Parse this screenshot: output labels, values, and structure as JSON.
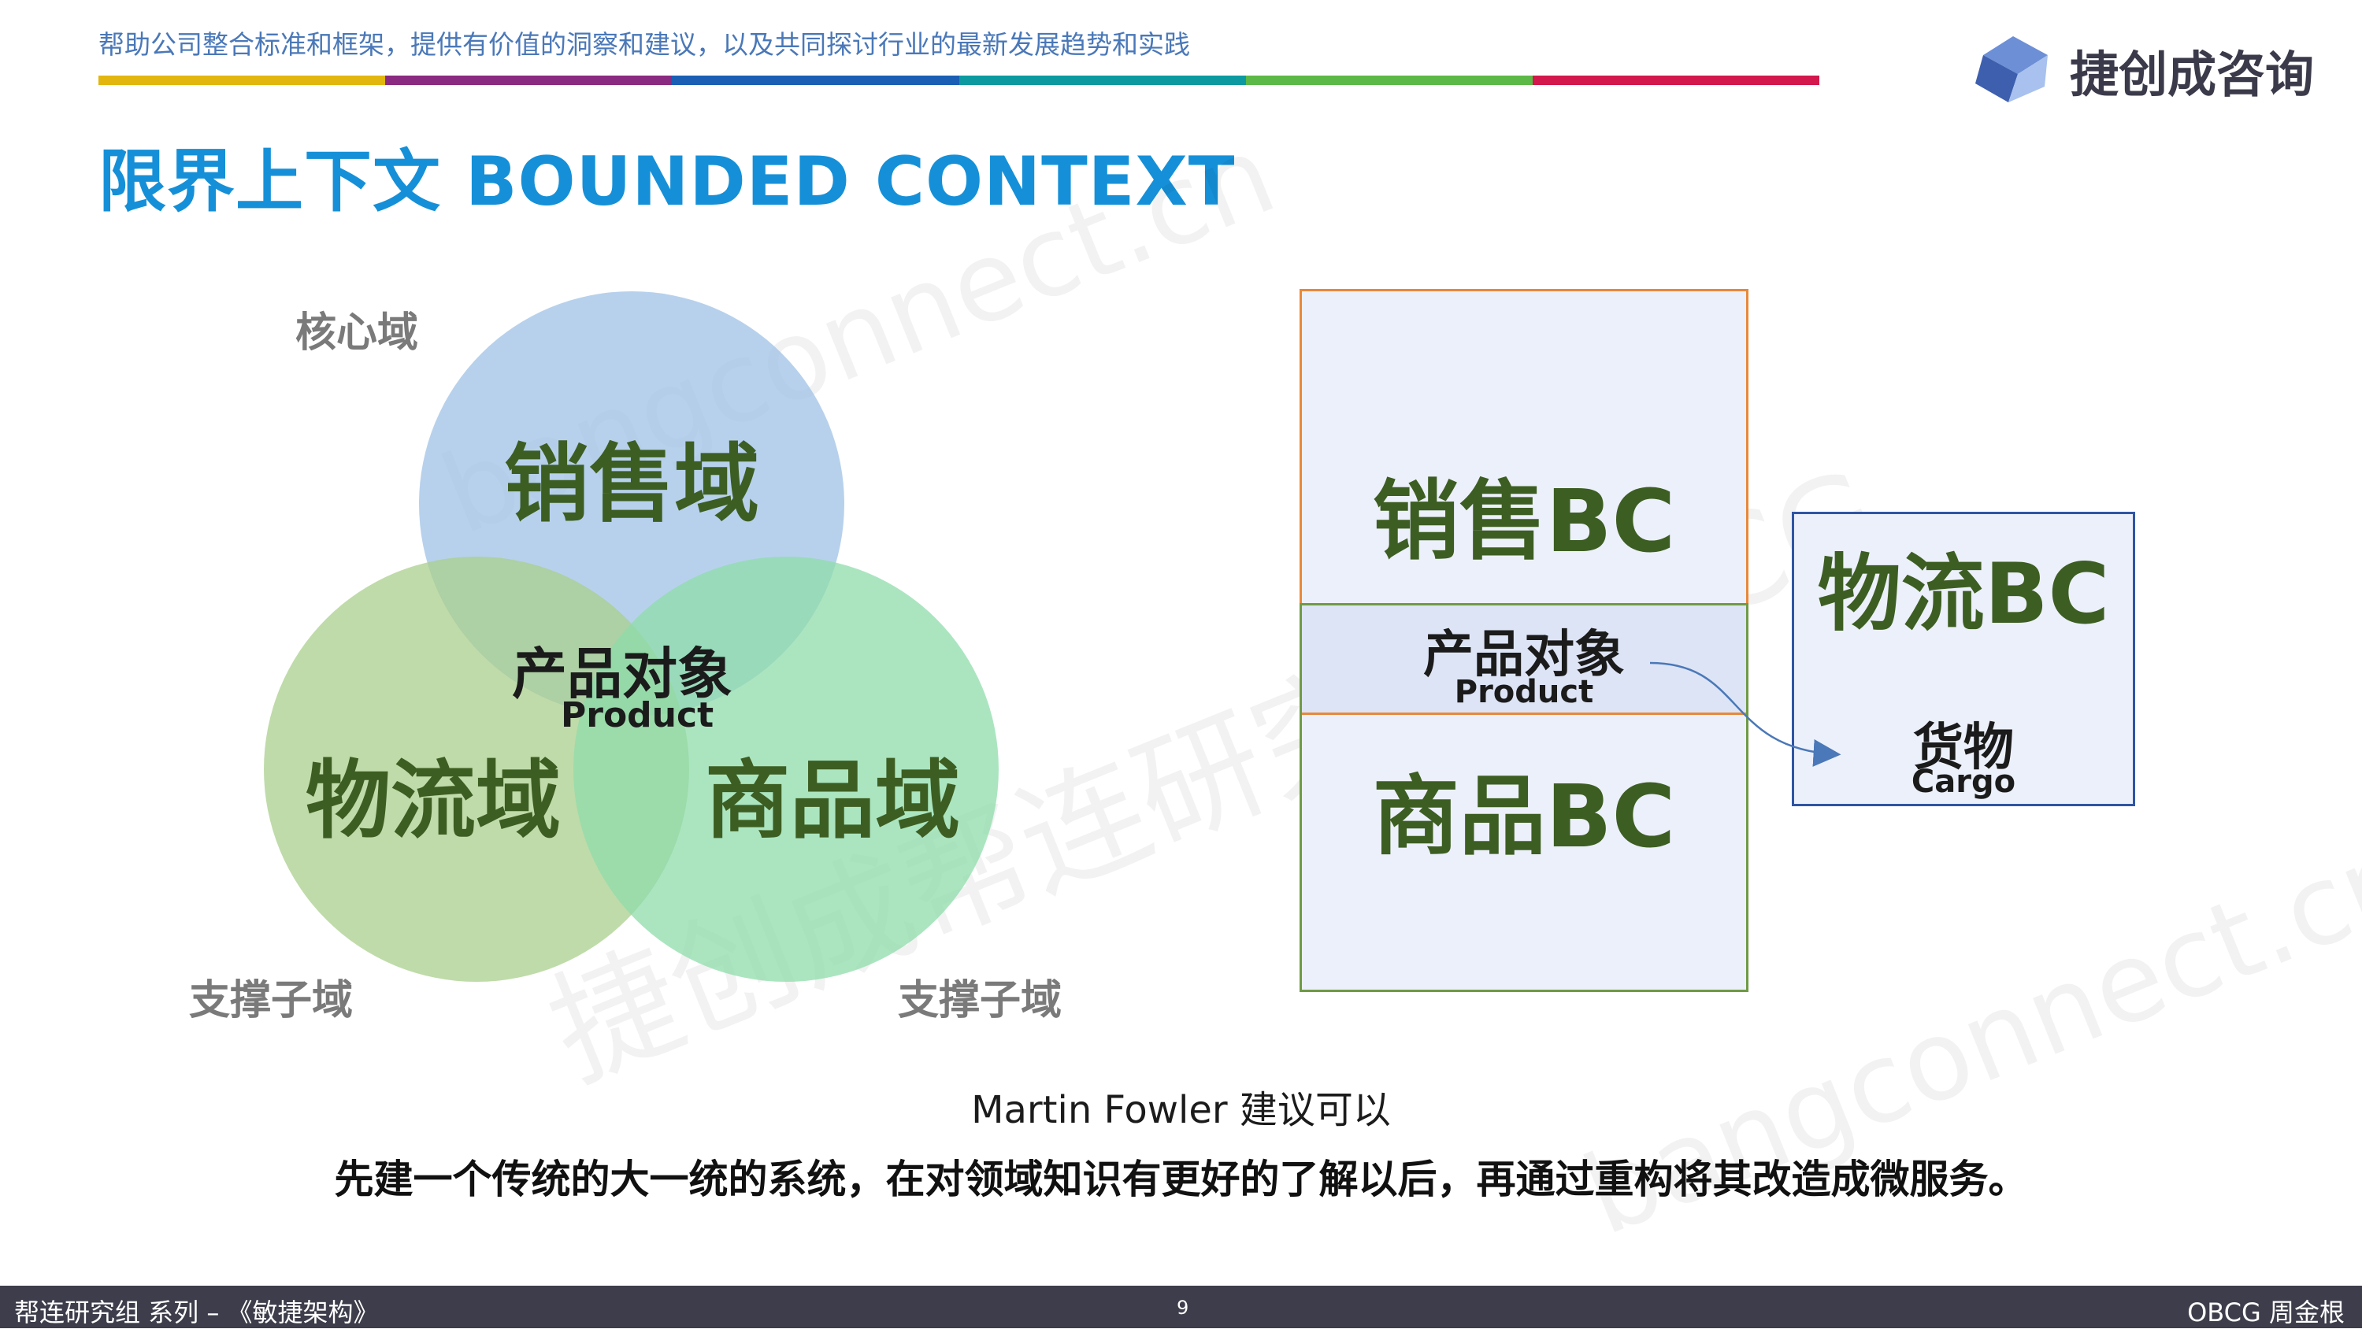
{
  "header": {
    "tagline": "帮助公司整合标准和框架，提供有价值的洞察和建议，以及共同探讨行业的最新发展趋势和实践",
    "color_strip": [
      "#e2b60f",
      "#8a2a80",
      "#1a5fb4",
      "#0c9aa0",
      "#5cb947",
      "#d2184c"
    ],
    "logo_text": "捷创成咨询",
    "logo_icon": "cube-logo-icon",
    "slide_title": "限界上下文 BOUNDED CONTEXT"
  },
  "venn": {
    "core_domain_label": "核心域",
    "support_label_left": "支撑子域",
    "support_label_right": "支撑子域",
    "circles": [
      {
        "label": "销售域",
        "color": "#9fc2e6"
      },
      {
        "label": "物流域",
        "color": "#a9cf8c"
      },
      {
        "label": "商品域",
        "color": "#8fdcab"
      }
    ],
    "center_cn": "产品对象",
    "center_en": "Product"
  },
  "bc_diagram": {
    "sales_bc": "销售BC",
    "product_object_cn": "产品对象",
    "product_object_en": "Product",
    "goods_bc": "商品BC",
    "logistics_bc": "物流BC",
    "cargo_cn": "货物",
    "cargo_en": "Cargo",
    "colors": {
      "box_fill": "#ecf0fa",
      "sales_border": "#e8883a",
      "goods_border": "#6f9a45",
      "logistics_border": "#2f55a4",
      "middle_fill": "#dde4f5",
      "arrow": "#4a78b8"
    }
  },
  "quote": {
    "line1": "Martin Fowler 建议可以",
    "line2": "先建一个传统的大一统的系统，在对领域知识有更好的了解以后，再通过重构将其改造成微服务。"
  },
  "footer": {
    "left": "帮连研究组 系列 – 《敏捷架构》",
    "page": "9",
    "right": "OBCG 周金根"
  },
  "watermarks": [
    "bangconnect.cn",
    "捷创成帮连研究组 OBCG",
    "bangconnect.cn"
  ]
}
